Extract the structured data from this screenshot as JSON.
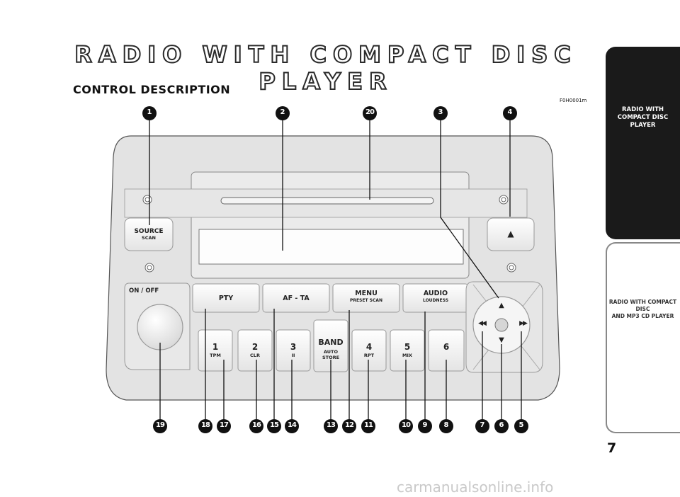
{
  "page": {
    "title": "RADIO WITH COMPACT DISC PLAYER",
    "section": "CONTROL DESCRIPTION",
    "figure_code": "F0H0001m",
    "page_number": "7",
    "watermark": "carmanualsonline.info"
  },
  "side_tabs": {
    "active": {
      "line1": "RADIO WITH",
      "line2": "COMPACT DISC PLAYER"
    },
    "inactive": {
      "line1": "RADIO WITH COMPACT DISC",
      "line2": "AND MP3 CD PLAYER"
    }
  },
  "buttons": {
    "source": "SOURCE",
    "source_sub": "SCAN",
    "eject": "▲",
    "on_off": "ON / OFF",
    "pty": "PTY",
    "af_ta": "AF - TA",
    "menu": "MENU",
    "menu_sub": "PRESET SCAN",
    "audio": "AUDIO",
    "audio_sub": "LOUDNESS",
    "band": "BAND",
    "band_sub1": "AUTO",
    "band_sub2": "STORE",
    "p1": "1",
    "p1_sub": "TPM",
    "p2": "2",
    "p2_sub": "CLR",
    "p3": "3",
    "p3_sub": "II",
    "p4": "4",
    "p4_sub": "RPT",
    "p5": "5",
    "p5_sub": "MIX",
    "p6": "6",
    "nav_up": "▲",
    "nav_down": "▼",
    "nav_left": "◀◀",
    "nav_right": "▶▶"
  },
  "callouts": {
    "c1": "1",
    "c2": "2",
    "c20": "20",
    "c3": "3",
    "c4": "4",
    "c19": "19",
    "c18": "18",
    "c17": "17",
    "c16": "16",
    "c15": "15",
    "c14": "14",
    "c13": "13",
    "c12": "12",
    "c11": "11",
    "c10": "10",
    "c9": "9",
    "c8": "8",
    "c7": "7",
    "c6": "6",
    "c5": "5"
  }
}
